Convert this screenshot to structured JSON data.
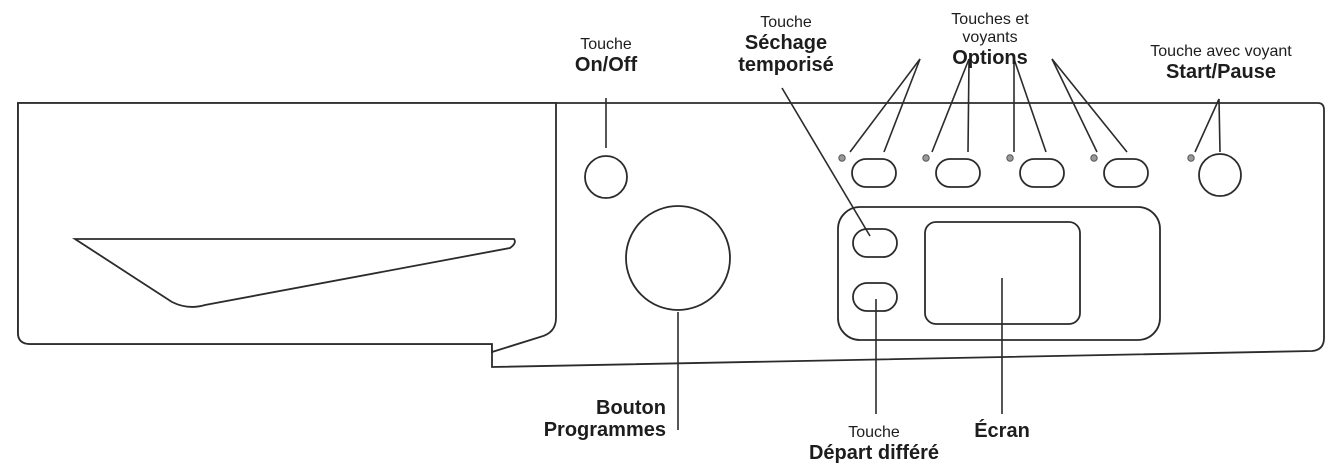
{
  "labels": {
    "onoff": {
      "prefix": "Touche",
      "name": "On/Off"
    },
    "sechage": {
      "prefix": "Touche",
      "name_line1": "Séchage",
      "name_line2": "temporisé"
    },
    "options": {
      "prefix_line1": "Touches et",
      "prefix_line2": "voyants",
      "name": "Options"
    },
    "start": {
      "prefix": "Touche avec voyant",
      "name": "Start/Pause"
    },
    "programmes": {
      "name_line1": "Bouton",
      "name_line2": "Programmes"
    },
    "depart": {
      "prefix": "Touche",
      "name": "Départ différé"
    },
    "ecran": {
      "name": "Écran"
    }
  }
}
